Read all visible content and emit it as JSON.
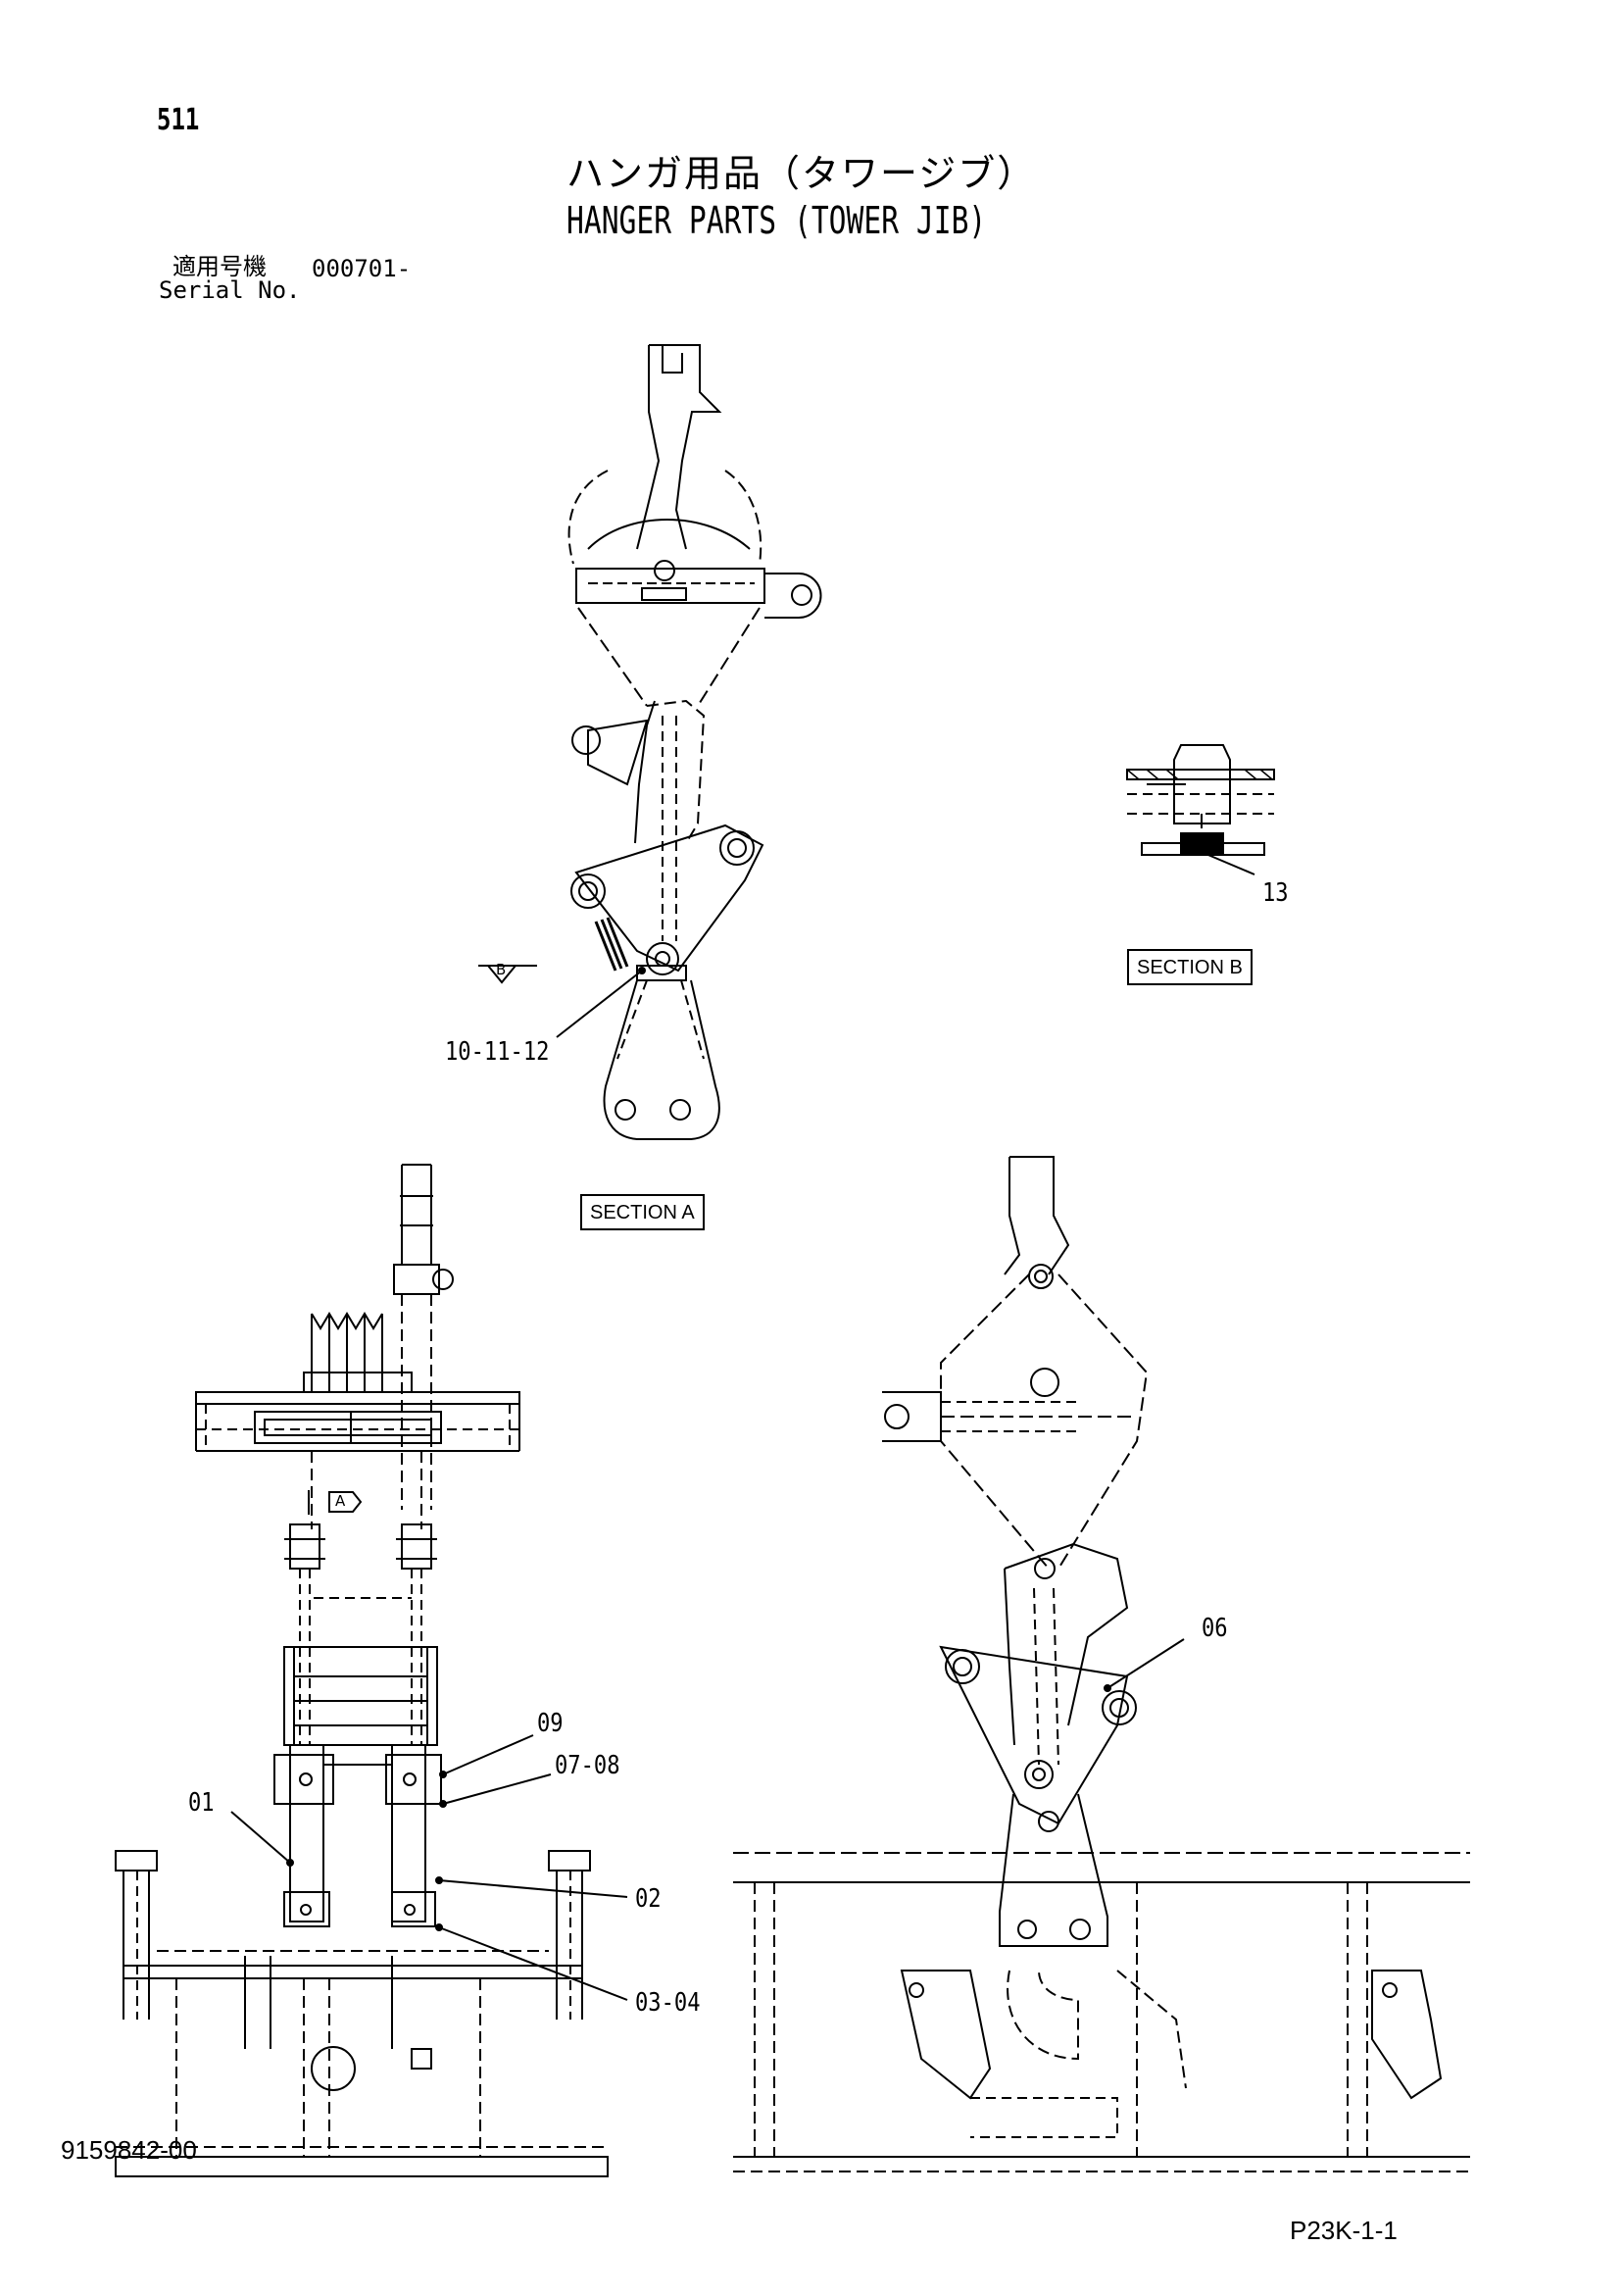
{
  "header": {
    "page_number": "511",
    "title_jp": "ハンガ用品（タワージブ）",
    "title_en": "HANGER PARTS (TOWER JIB)",
    "serial_label_jp": "適用号機",
    "serial_value": "000701-",
    "serial_label_en": "Serial No."
  },
  "sections": {
    "section_a": "SECTION A",
    "section_b": "SECTION B",
    "marker_a": "A",
    "marker_b": "B"
  },
  "callouts": {
    "c13": "13",
    "c10_11_12": "10-11-12",
    "c06": "06",
    "c09": "09",
    "c07_08": "07-08",
    "c01": "01",
    "c02": "02",
    "c03_04": "03-04"
  },
  "footer": {
    "document_number": "9159842-00",
    "page_code": "P23K-1-1"
  }
}
